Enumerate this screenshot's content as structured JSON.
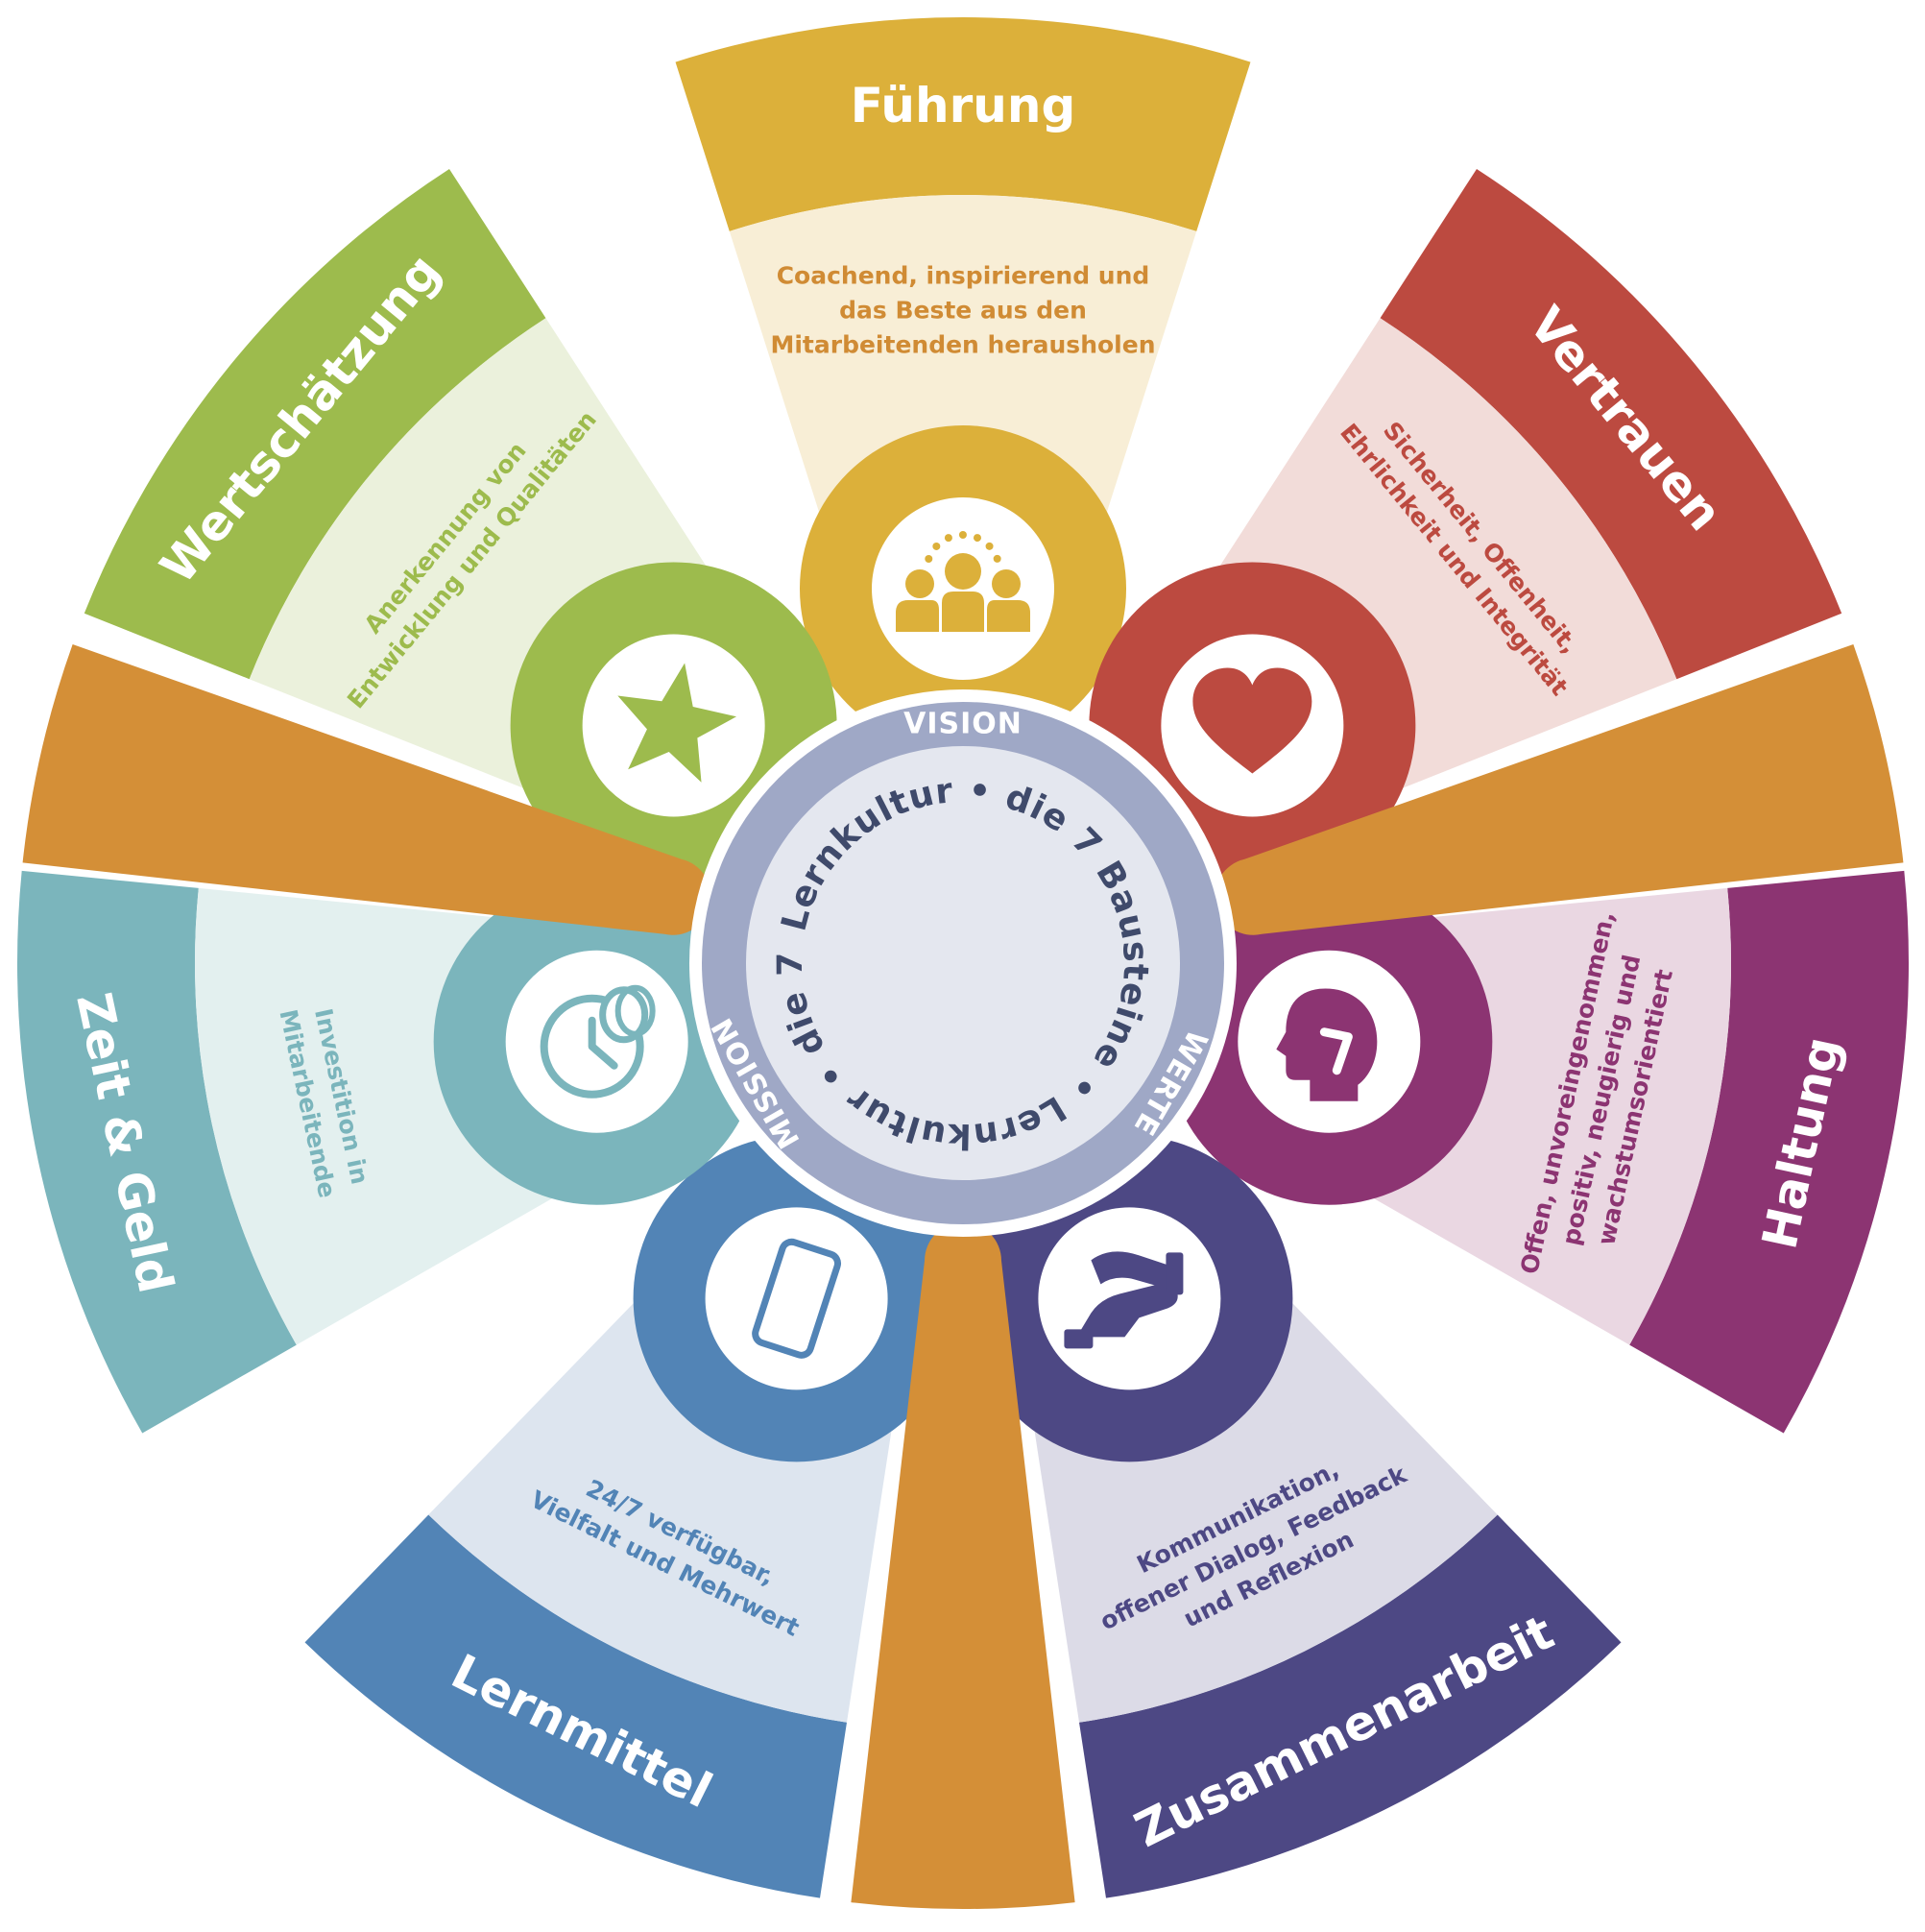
{
  "center": {
    "ring_labels": [
      "VISION",
      "WERTE",
      "MISSION"
    ],
    "circle_text": "Lernkultur • die 7 Bausteine • Lernkultur • die 7 Bausteine •"
  },
  "segments": [
    {
      "id": "fuehrung",
      "title": "Führung",
      "lines": [
        "Coachend, inspirierend und",
        "das Beste aus den",
        "Mitarbeitenden herausholen"
      ],
      "icon": "group-people-icon",
      "color": "#dcb03a",
      "light": "#f8eed6",
      "text_color": "#d08b34"
    },
    {
      "id": "vertrauen",
      "title": "Vertrauen",
      "lines": [
        "Sicherheit, Offenheit,",
        "Ehrlichkeit und Integrität"
      ],
      "icon": "heart-icon",
      "color": "#bc4a40",
      "light": "#f2dcd9",
      "text_color": "#bc4a40"
    },
    {
      "id": "haltung",
      "title": "Haltung",
      "lines": [
        "Offen, unvoreingenommen,",
        "positiv, neugierig und",
        "wachstumsorientiert"
      ],
      "icon": "head-profile-icon",
      "color": "#8c3472",
      "light": "#ead7e2",
      "text_color": "#8c3472"
    },
    {
      "id": "zusammenarbeit",
      "title": "Zusammenarbeit",
      "lines": [
        "Kommunikation,",
        "offener Dialog, Feedback",
        "und Reflexion"
      ],
      "icon": "handshake-icon",
      "color": "#4d4884",
      "light": "#dcdbe7",
      "text_color": "#4d4884"
    },
    {
      "id": "lernmittel",
      "title": "Lernmittel",
      "lines": [
        "24/7 verfügbar,",
        "Vielfalt und Mehrwert"
      ],
      "icon": "smartphone-icon",
      "color": "#5284b6",
      "light": "#dde5ef",
      "text_color": "#5284b6"
    },
    {
      "id": "zeitgeld",
      "title": "Zeit & Geld",
      "lines": [
        "Investition in",
        "Mitarbeitende"
      ],
      "icon": "clock-coins-icon",
      "color": "#7bb5bc",
      "light": "#e3f0ef",
      "text_color": "#7bb5bc"
    },
    {
      "id": "wertschaetzung",
      "title": "Wertschätzung",
      "lines": [
        "Anerkennung von",
        "Entwicklung und Qualitäten"
      ],
      "icon": "star-icon",
      "color": "#9dbb4d",
      "light": "#ebf1dc",
      "text_color": "#9dbb4d"
    }
  ],
  "colors": {
    "accent_orange": "#d48f37",
    "ring": "#9fa8c6",
    "center_fill": "#e4e7ef",
    "center_text": "#3f4a6b"
  }
}
